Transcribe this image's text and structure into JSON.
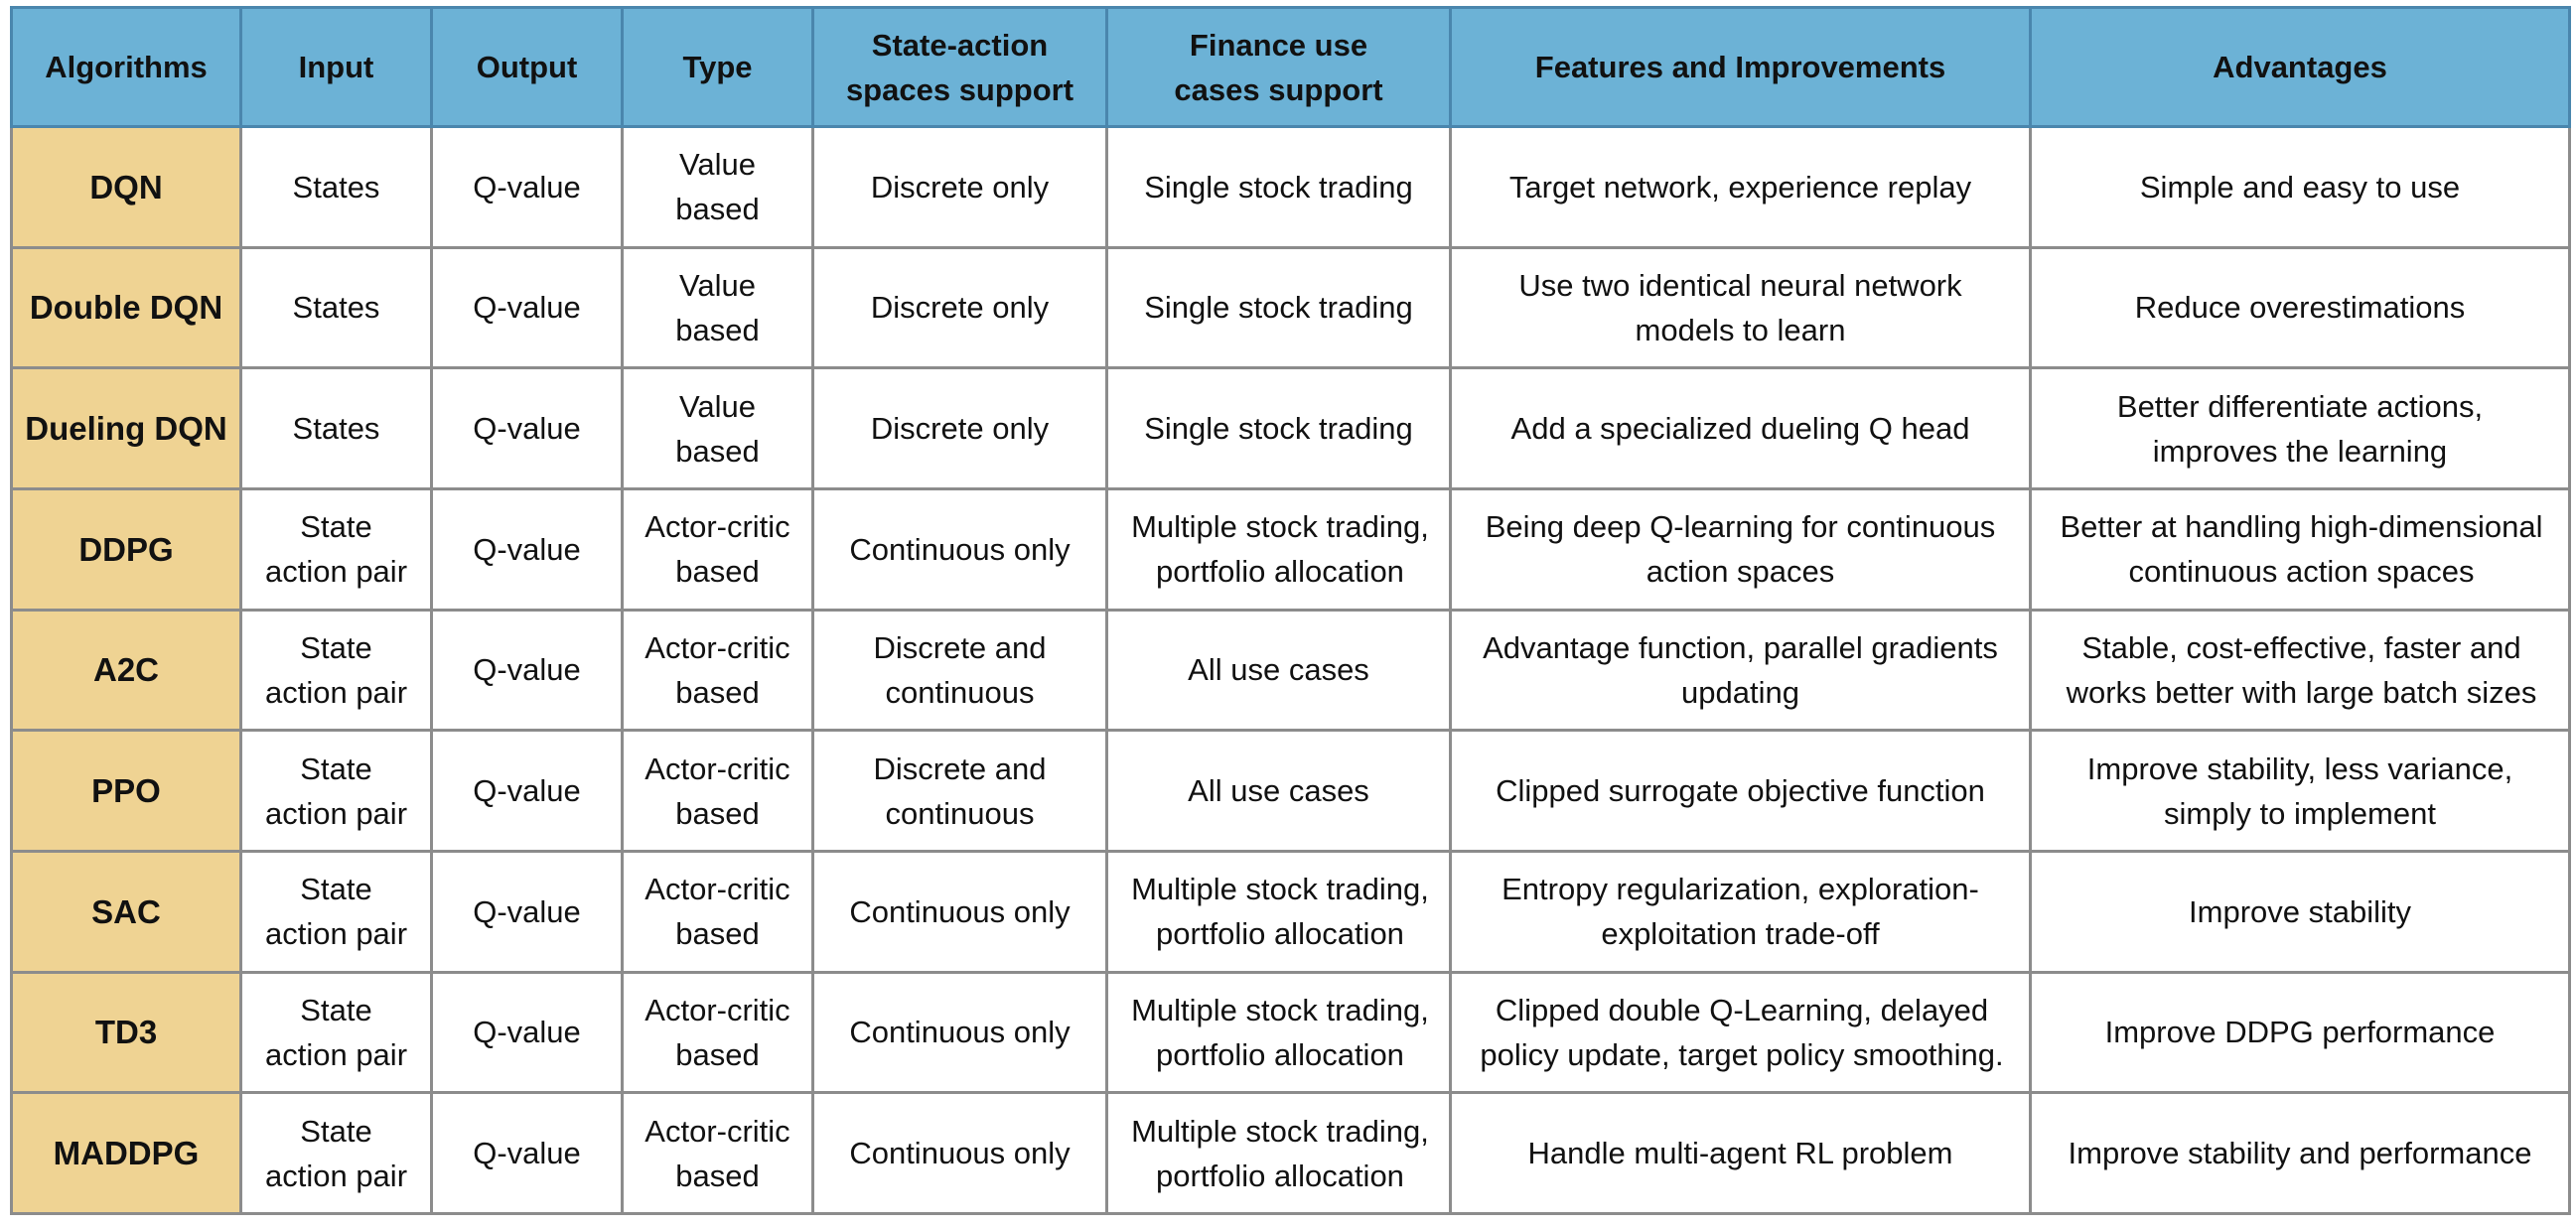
{
  "table": {
    "columns": [
      "Algorithms",
      "Input",
      "Output",
      "Type",
      "State-action spaces support",
      "Finance use cases support",
      "Features and Improvements",
      "Advantages"
    ],
    "rows": [
      [
        "DQN",
        "States",
        "Q-value",
        "Value based",
        "Discrete only",
        "Single stock trading",
        "Target  network, experience replay",
        "Simple and easy to use"
      ],
      [
        "Double DQN",
        "States",
        "Q-value",
        "Value based",
        "Discrete only",
        "Single stock trading",
        "Use two identical neural network models to learn",
        "Reduce overestimations"
      ],
      [
        "Dueling DQN",
        "States",
        "Q-value",
        "Value based",
        "Discrete only",
        "Single stock trading",
        "Add a specialized dueling Q head",
        "Better differentiate actions, improves the learning"
      ],
      [
        "DDPG",
        "State action pair",
        "Q-value",
        "Actor-critic based",
        "Continuous only",
        "Multiple stock trading, portfolio allocation",
        "Being deep Q-learning for continuous action spaces",
        "Better at handling high-dimensional continuous action spaces"
      ],
      [
        "A2C",
        "State action pair",
        "Q-value",
        "Actor-critic based",
        "Discrete and continuous",
        "All use cases",
        "Advantage function, parallel gradients updating",
        "Stable, cost-effective, faster and works better with large batch sizes"
      ],
      [
        "PPO",
        "State action pair",
        "Q-value",
        "Actor-critic based",
        "Discrete and continuous",
        "All use cases",
        "Clipped surrogate objective function",
        "Improve stability, less variance, simply to implement"
      ],
      [
        "SAC",
        "State action pair",
        "Q-value",
        "Actor-critic based",
        "Continuous only",
        "Multiple stock trading, portfolio allocation",
        "Entropy regularization, exploration-exploitation trade-off",
        "Improve stability"
      ],
      [
        "TD3",
        "State action pair",
        "Q-value",
        "Actor-critic based",
        "Continuous only",
        "Multiple stock trading, portfolio allocation",
        "Clipped double Q-Learning, delayed policy update, target policy smoothing.",
        "Improve DDPG performance"
      ],
      [
        "MADDPG",
        "State action pair",
        "Q-value",
        "Actor-critic based",
        "Continuous only",
        "Multiple stock trading, portfolio allocation",
        "Handle multi-agent RL problem",
        "Improve stability and performance"
      ]
    ]
  }
}
